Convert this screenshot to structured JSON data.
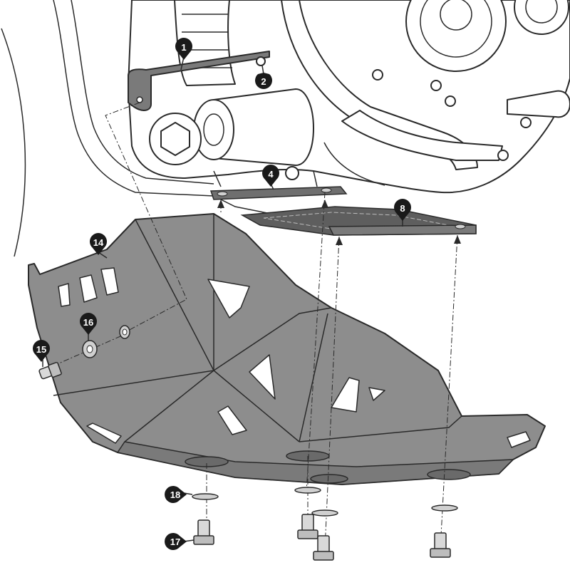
{
  "colors": {
    "skid_plate": "#8d8d8d",
    "skid_plate_dark": "#6f6f6f",
    "callout": "#1a1a1a",
    "line": "#2a2a2a",
    "background": "#ffffff"
  },
  "callouts": [
    {
      "id": "c1",
      "number": "1"
    },
    {
      "id": "c2",
      "number": "2"
    },
    {
      "id": "c4",
      "number": "4"
    },
    {
      "id": "c8",
      "number": "8"
    },
    {
      "id": "c14",
      "number": "14"
    },
    {
      "id": "c15",
      "number": "15"
    },
    {
      "id": "c16",
      "number": "16"
    },
    {
      "id": "c17",
      "number": "17"
    },
    {
      "id": "c18",
      "number": "18"
    }
  ]
}
